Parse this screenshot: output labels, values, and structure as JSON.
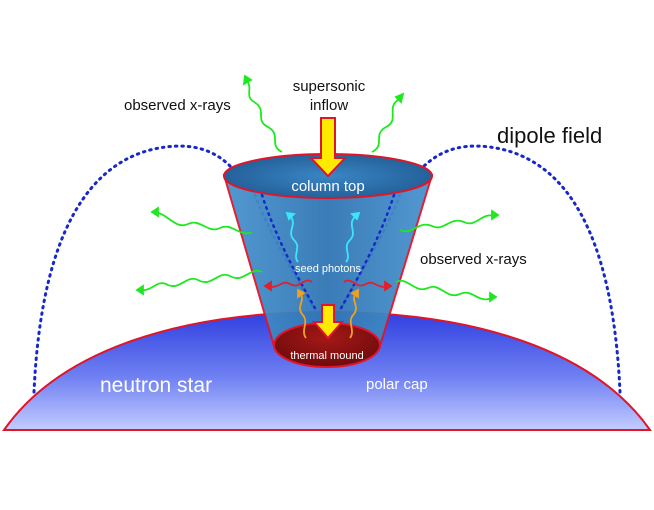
{
  "labels": {
    "supersonic_line1": "supersonic",
    "supersonic_line2": "inflow",
    "observed_xrays_left": "observed x-rays",
    "dipole_field": "dipole field",
    "column_top": "column top",
    "seed_photons": "seed photons",
    "observed_xrays_right": "observed x-rays",
    "thermal_mound": "thermal mound",
    "neutron_star": "neutron star",
    "polar_cap": "polar cap"
  },
  "colors": {
    "star_top": "#2f3fe0",
    "star_bottom": "#b7c3ff",
    "star_rim": "#e0152a",
    "column_fill": "#3a86c4",
    "column_top_fill": "#2c6ea8",
    "thermal_mound": "#8a1010",
    "dipole_field": "#1628c8",
    "inflow_arrow": "#ffea00",
    "observed_photons": "#1ee81e",
    "seed_photons_cyan": "#3ce4ff",
    "seed_photons_red": "#e0202a",
    "thermal_photons": "#f0a020"
  },
  "icons": [
    "inflow-arrow-icon",
    "photon-wave-icon"
  ]
}
